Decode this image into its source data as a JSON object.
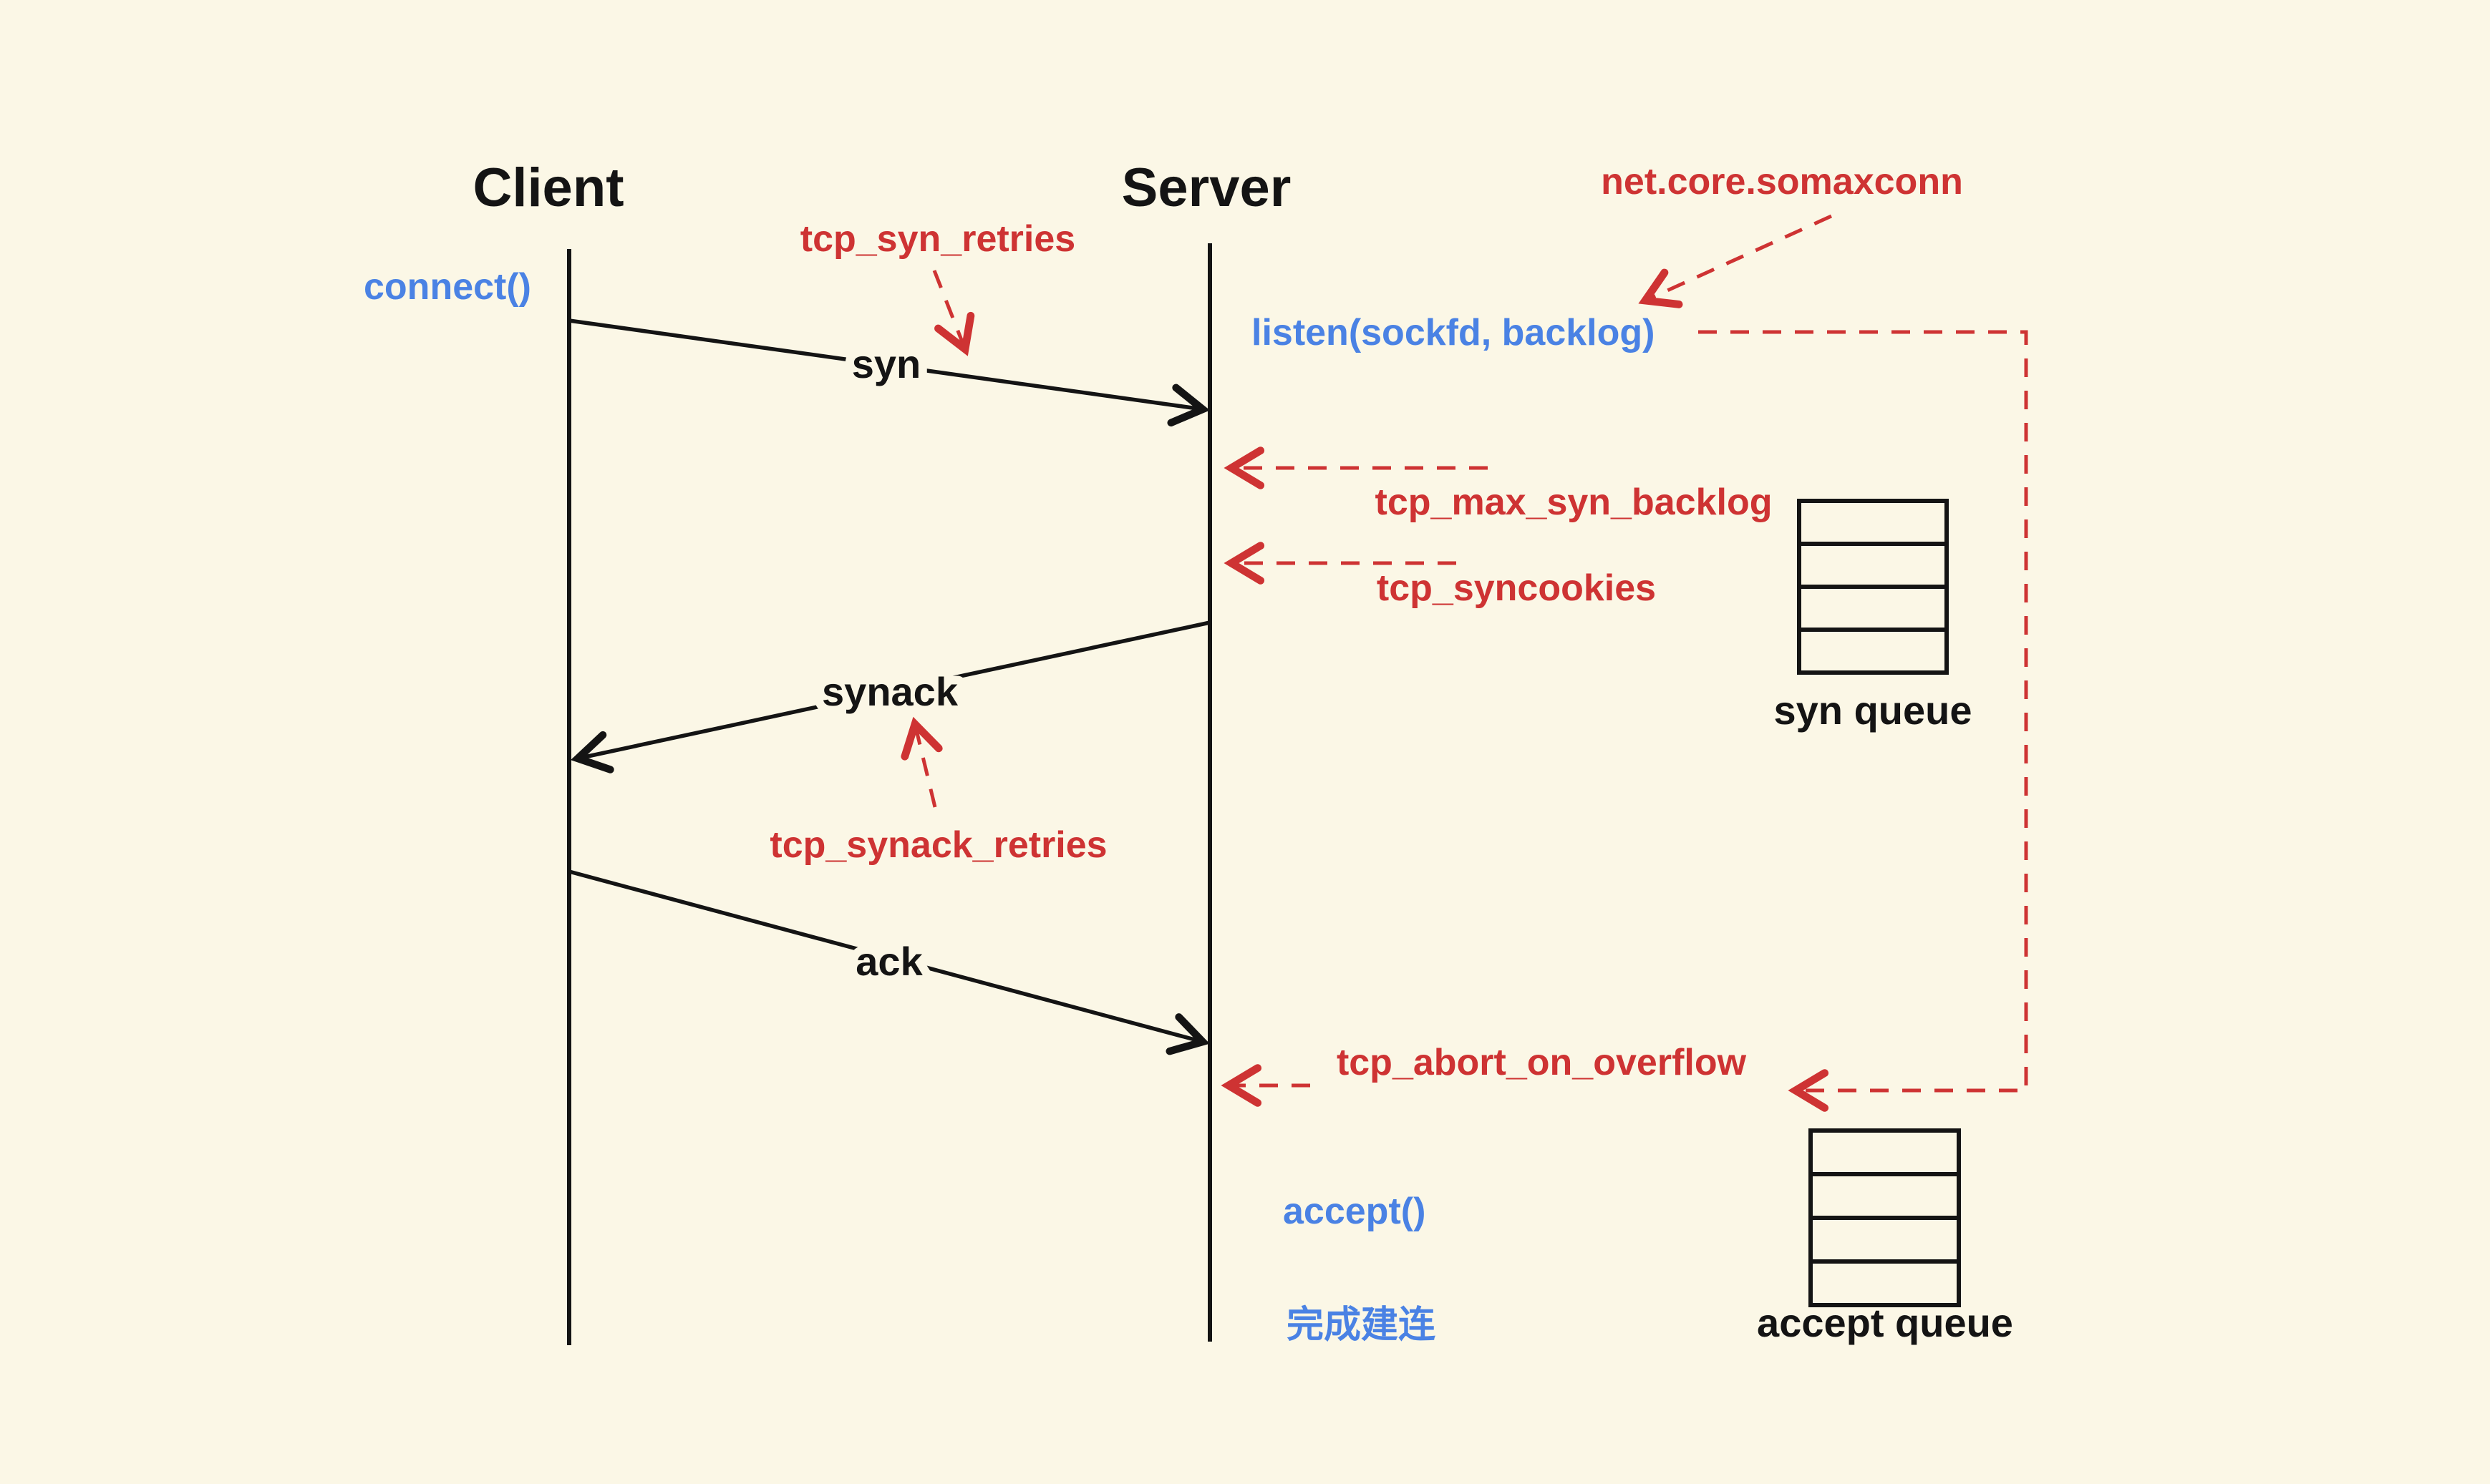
{
  "colors": {
    "bg": "#fbf7e6",
    "ink": "#141414",
    "red": "#ce3333",
    "blue": "#4a82e4"
  },
  "titles": {
    "client": "Client",
    "server": "Server"
  },
  "messages": {
    "syn": "syn",
    "synack": "synack",
    "ack": "ack"
  },
  "syscalls": {
    "connect": "connect()",
    "listen": "listen(sockfd, backlog)",
    "accept": "accept()",
    "established": "完成建连"
  },
  "kernel_params": {
    "tcp_syn_retries": "tcp_syn_retries",
    "somaxconn": "net.core.somaxconn",
    "tcp_max_syn_backlog": "tcp_max_syn_backlog",
    "tcp_syncookies": "tcp_syncookies",
    "tcp_synack_retries": "tcp_synack_retries",
    "tcp_abort_on_overflow": "tcp_abort_on_overflow"
  },
  "queues": {
    "syn": {
      "label": "syn queue",
      "slots": 4
    },
    "accept": {
      "label": "accept queue",
      "slots": 4
    }
  }
}
